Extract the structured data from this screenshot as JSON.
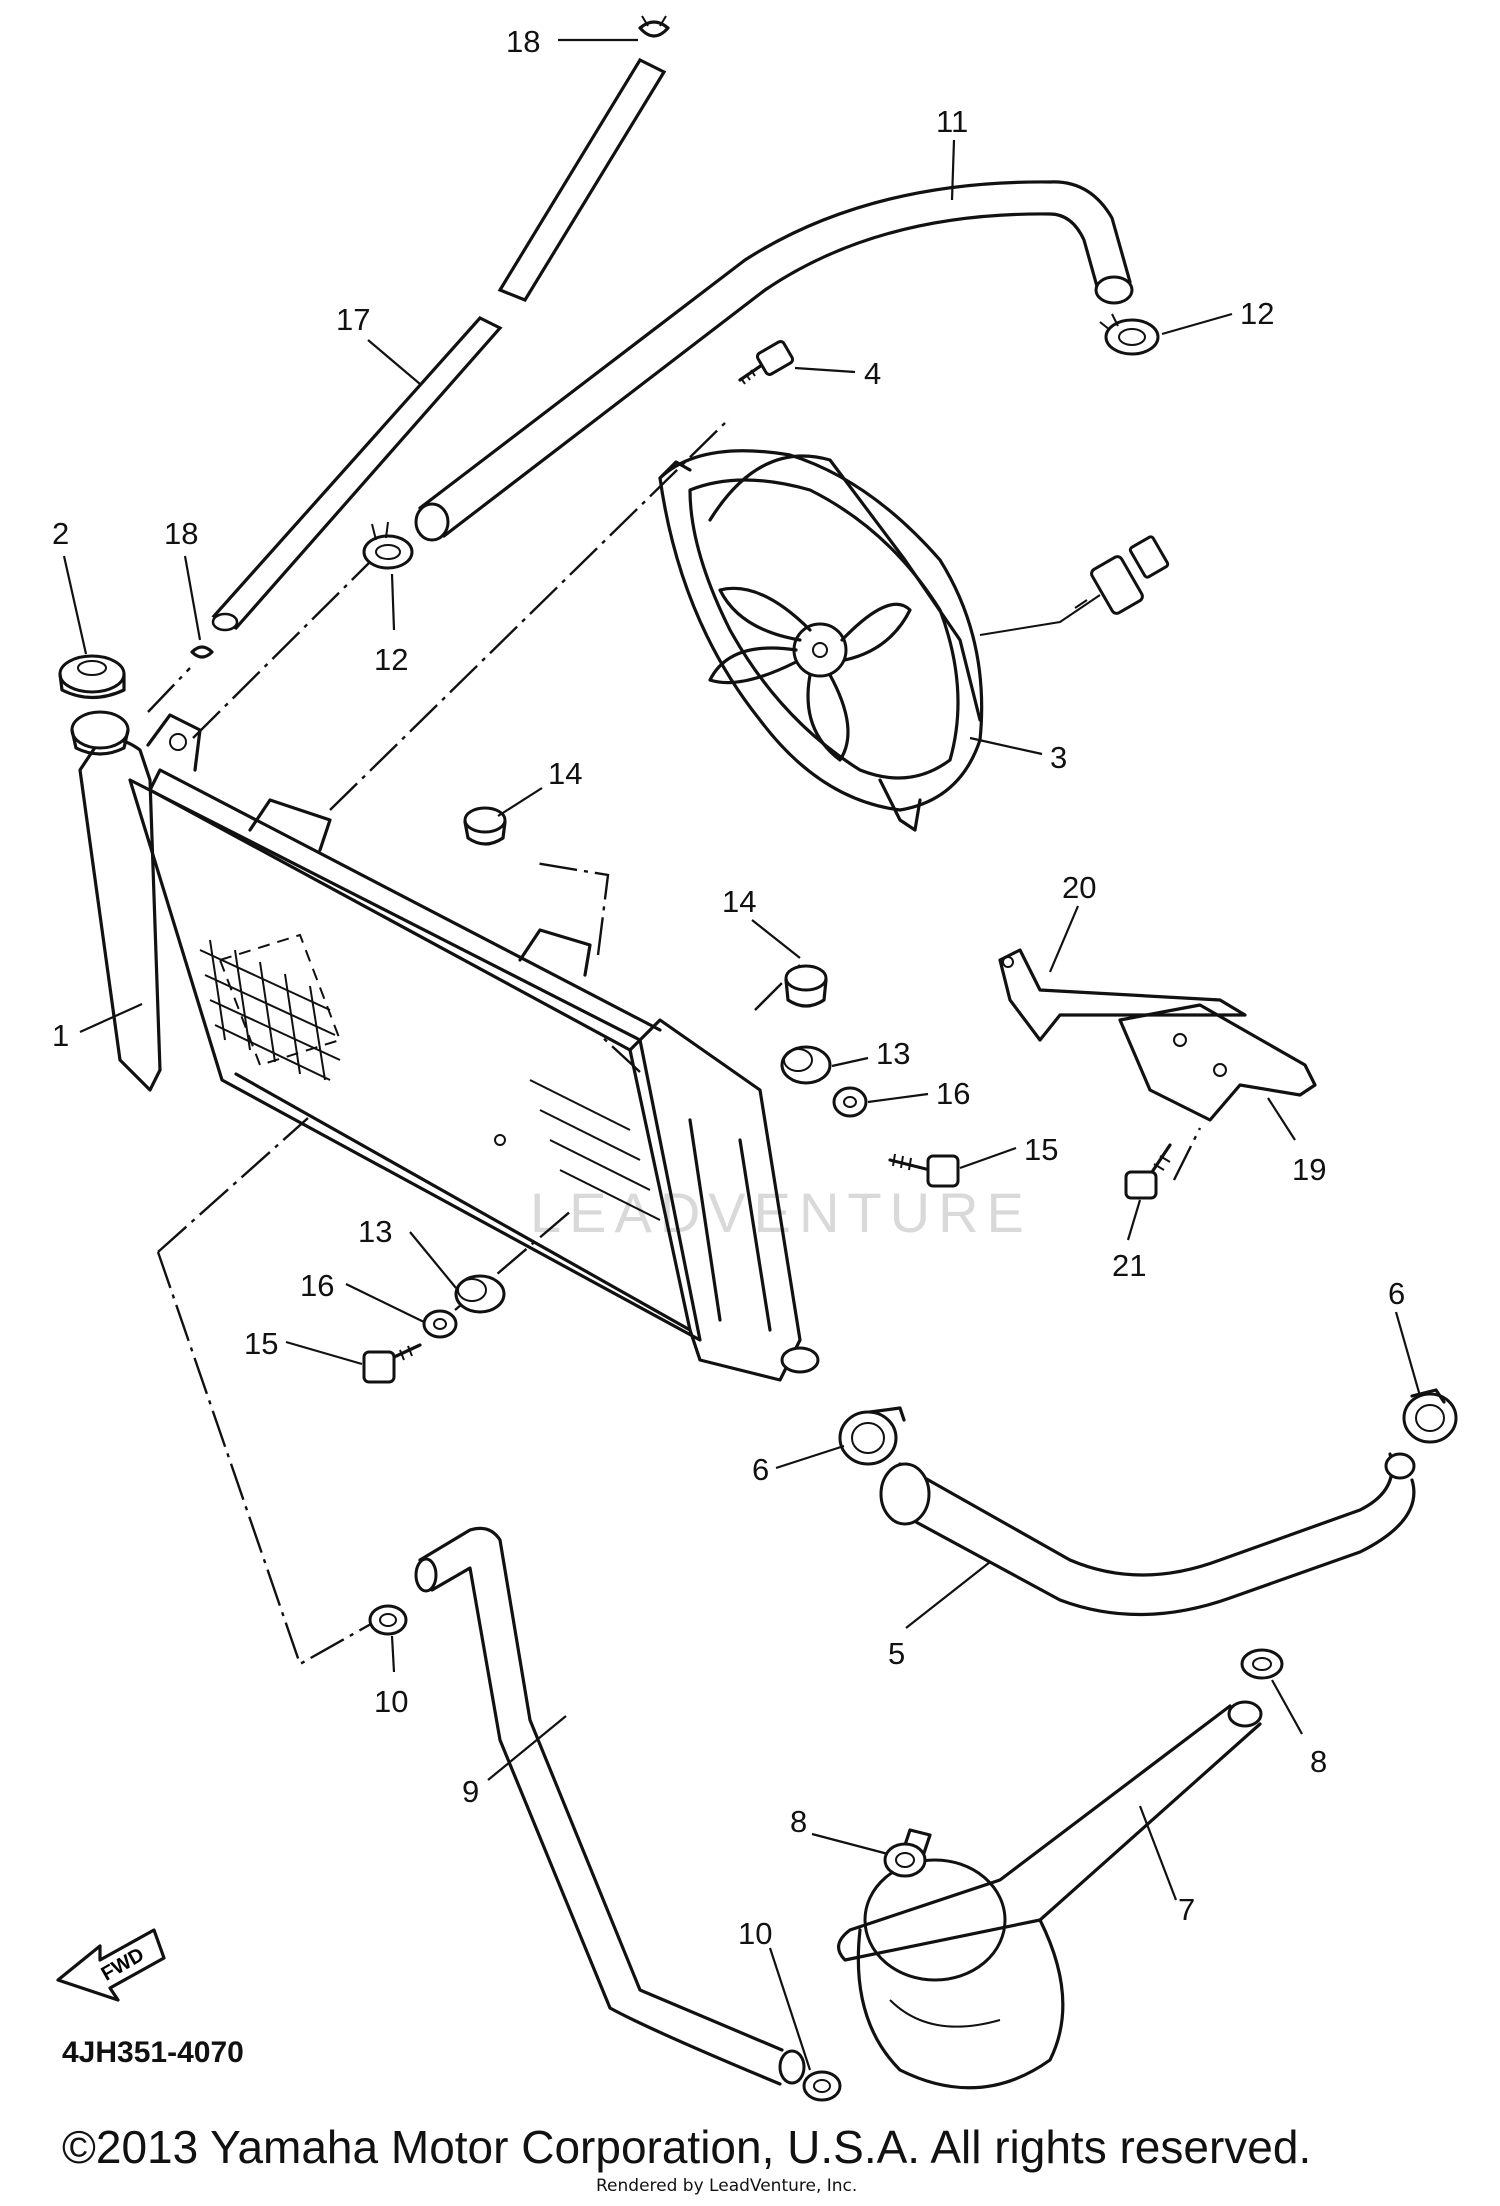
{
  "diagram": {
    "callouts": [
      {
        "id": "c18a",
        "text": "18"
      },
      {
        "id": "c11",
        "text": "11"
      },
      {
        "id": "c12a",
        "text": "12"
      },
      {
        "id": "c4",
        "text": "4"
      },
      {
        "id": "c17",
        "text": "17"
      },
      {
        "id": "c2",
        "text": "2"
      },
      {
        "id": "c18b",
        "text": "18"
      },
      {
        "id": "c12b",
        "text": "12"
      },
      {
        "id": "c3",
        "text": "3"
      },
      {
        "id": "c14a",
        "text": "14"
      },
      {
        "id": "c20",
        "text": "20"
      },
      {
        "id": "c14b",
        "text": "14"
      },
      {
        "id": "c1",
        "text": "1"
      },
      {
        "id": "c13a",
        "text": "13"
      },
      {
        "id": "c16a",
        "text": "16"
      },
      {
        "id": "c15a",
        "text": "15"
      },
      {
        "id": "c19",
        "text": "19"
      },
      {
        "id": "c13b",
        "text": "13"
      },
      {
        "id": "c16b",
        "text": "16"
      },
      {
        "id": "c15b",
        "text": "15"
      },
      {
        "id": "c21",
        "text": "21"
      },
      {
        "id": "c6a",
        "text": "6"
      },
      {
        "id": "c6b",
        "text": "6"
      },
      {
        "id": "c5",
        "text": "5"
      },
      {
        "id": "c10a",
        "text": "10"
      },
      {
        "id": "c8a",
        "text": "8"
      },
      {
        "id": "c9",
        "text": "9"
      },
      {
        "id": "c8b",
        "text": "8"
      },
      {
        "id": "c7",
        "text": "7"
      },
      {
        "id": "c10b",
        "text": "10"
      }
    ],
    "fwd_label": "FWD",
    "watermark": "LEADVENTURE"
  },
  "footer": {
    "diagram_code": "4JH351-4070",
    "copyright": "©2013 Yamaha Motor Corporation, U.S.A. All rights reserved.",
    "rendered_by": "Rendered by LeadVenture, Inc."
  }
}
